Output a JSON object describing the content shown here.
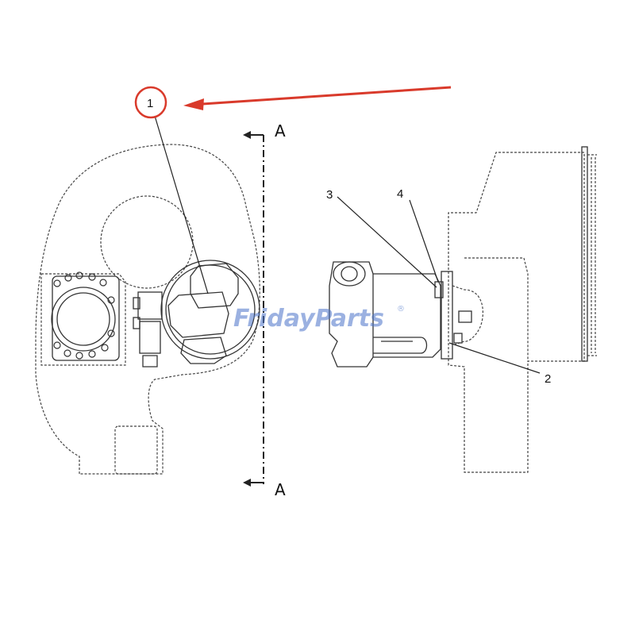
{
  "diagram": {
    "callouts": {
      "c1": "1",
      "c2": "2",
      "c3": "3",
      "c4": "4"
    },
    "section_marks": {
      "top": "A",
      "bottom": "A"
    },
    "watermark": {
      "part1": "Friday",
      "part2": "Parts",
      "mark": "®"
    },
    "colors": {
      "highlight": "#d93a2b",
      "line": "#333333",
      "watermark": "#4a73c9"
    }
  }
}
